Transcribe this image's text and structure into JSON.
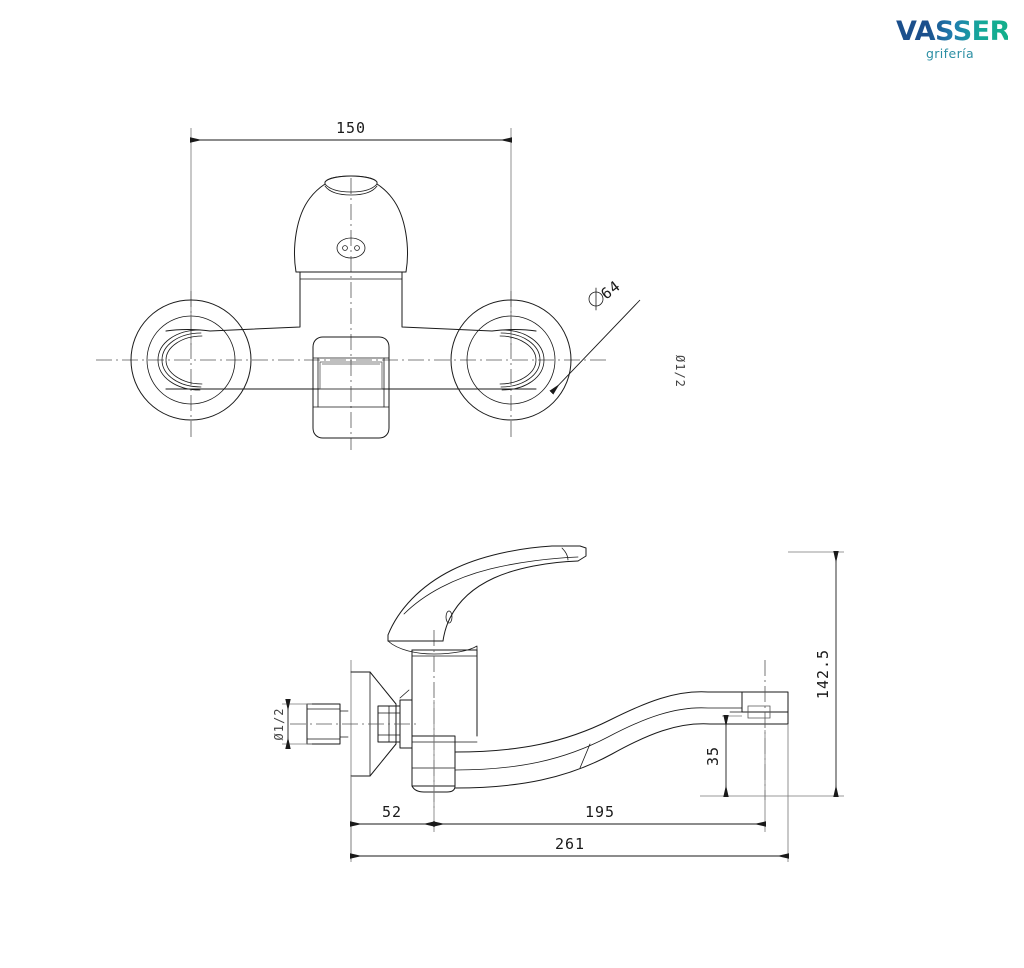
{
  "brand": {
    "wordmark": "VASSER",
    "tagline": "grifería",
    "color_dark": "#1b4f8c",
    "color_teal": "#13b089"
  },
  "drawing": {
    "line_color": "#1a1a1a",
    "views": [
      {
        "name": "front-elevation",
        "label": ""
      },
      {
        "name": "side-elevation",
        "label": ""
      }
    ]
  },
  "dimensions": {
    "front": {
      "centers_width": "150",
      "escutcheon_diameter": "Ø64",
      "inlet_thread_note": "Ø1/2"
    },
    "side": {
      "inlet_thread": "Ø1/2",
      "wall_to_body": "52",
      "spout_reach": "195",
      "total_reach": "261",
      "spout_outlet_height": "35",
      "total_height": "142.5"
    }
  }
}
